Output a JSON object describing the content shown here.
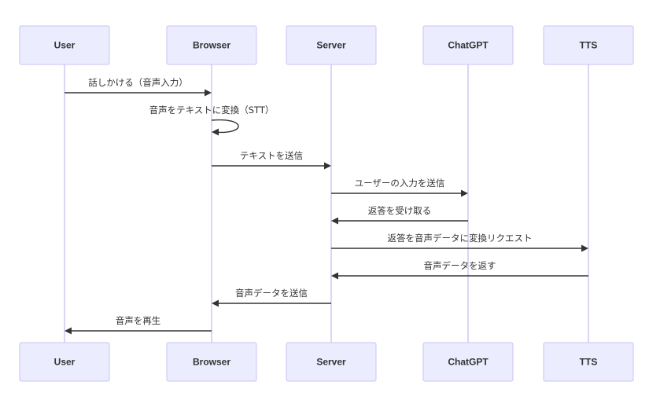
{
  "diagram": {
    "type": "sequence",
    "colors": {
      "actor_fill": "#ececff",
      "actor_border": "#c9c4f2",
      "lifeline": "#c9c4f2",
      "arrow": "#333333",
      "text": "#333333"
    },
    "participants": [
      {
        "id": "user",
        "label": "User"
      },
      {
        "id": "browser",
        "label": "Browser"
      },
      {
        "id": "server",
        "label": "Server"
      },
      {
        "id": "chatgpt",
        "label": "ChatGPT"
      },
      {
        "id": "tts",
        "label": "TTS"
      }
    ],
    "messages": [
      {
        "from": "user",
        "to": "browser",
        "label": "話しかける（音声入力）"
      },
      {
        "from": "browser",
        "to": "browser",
        "label": "音声をテキストに変換（STT）"
      },
      {
        "from": "browser",
        "to": "server",
        "label": "テキストを送信"
      },
      {
        "from": "server",
        "to": "chatgpt",
        "label": "ユーザーの入力を送信"
      },
      {
        "from": "chatgpt",
        "to": "server",
        "label": "返答を受け取る"
      },
      {
        "from": "server",
        "to": "tts",
        "label": "返答を音声データに変換リクエスト"
      },
      {
        "from": "tts",
        "to": "server",
        "label": "音声データを返す"
      },
      {
        "from": "server",
        "to": "browser",
        "label": "音声データを送信"
      },
      {
        "from": "browser",
        "to": "user",
        "label": "音声を再生"
      }
    ]
  }
}
